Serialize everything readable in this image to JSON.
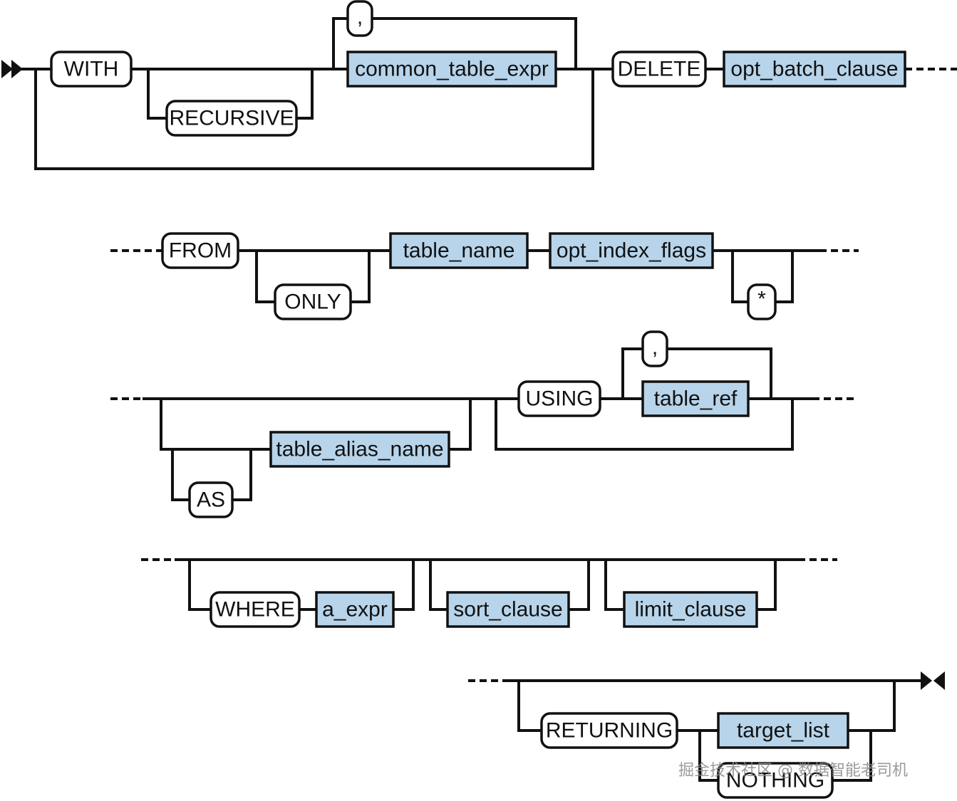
{
  "diagram": {
    "colors": {
      "terminal_fill": "#ffffff",
      "nonterminal_fill": "#b7d4ea",
      "line": "#111111"
    },
    "terminals": {
      "with": "WITH",
      "recursive": "RECURSIVE",
      "comma_cte": ",",
      "delete": "DELETE",
      "from": "FROM",
      "only": "ONLY",
      "star": "*",
      "as": "AS",
      "using": "USING",
      "comma_ref": ",",
      "where": "WHERE",
      "returning": "RETURNING",
      "nothing": "NOTHING"
    },
    "nonterminals": {
      "common_table_expr": "common_table_expr",
      "opt_batch_clause": "opt_batch_clause",
      "table_name": "table_name",
      "opt_index_flags": "opt_index_flags",
      "table_alias_name": "table_alias_name",
      "table_ref": "table_ref",
      "a_expr": "a_expr",
      "sort_clause": "sort_clause",
      "limit_clause": "limit_clause",
      "target_list": "target_list"
    }
  },
  "watermark": {
    "text": "掘金技术社区 @ 数据智能老司机"
  }
}
